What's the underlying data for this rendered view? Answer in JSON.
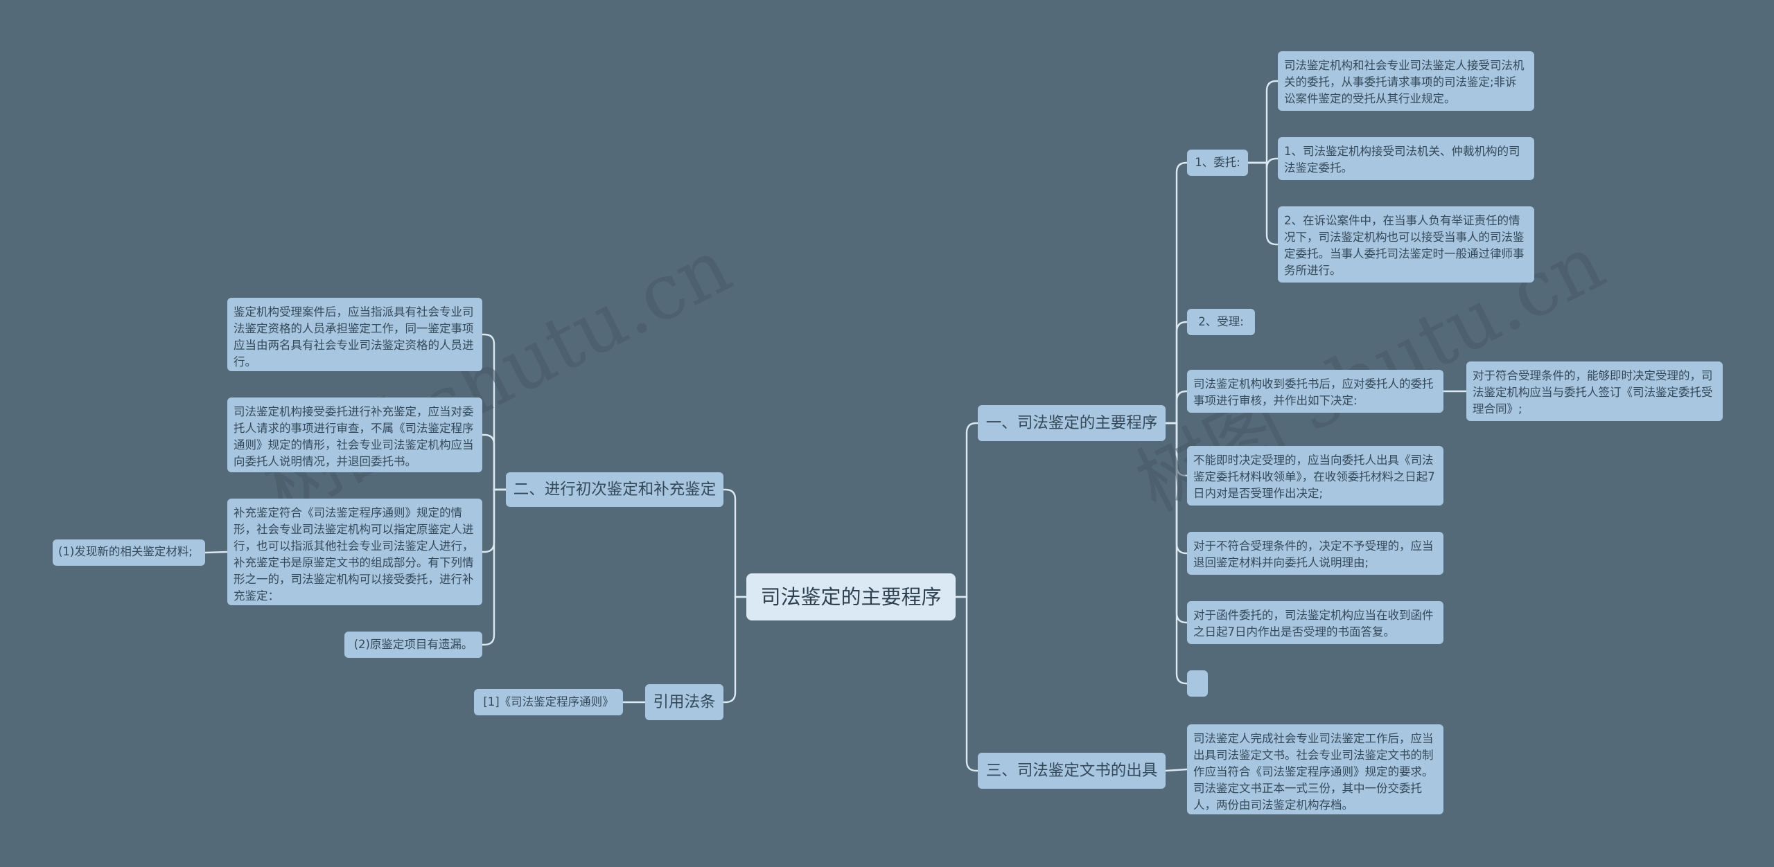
{
  "root": "司法鉴定的主要程序",
  "left": {
    "branch2": {
      "label": "二、进行初次鉴定和补充鉴定",
      "items": [
        "鉴定机构受理案件后，应当指派具有社会专业司法鉴定资格的人员承担鉴定工作，同一鉴定事项应当由两名具有社会专业司法鉴定资格的人员进行。",
        "司法鉴定机构接受委托进行补充鉴定，应当对委托人请求的事项进行审查，不属《司法鉴定程序通则》规定的情形，社会专业司法鉴定机构应当向委托人说明情况，并退回委托书。",
        "补充鉴定符合《司法鉴定程序通则》规定的情形，社会专业司法鉴定机构可以指定原鉴定人进行，也可以指派其他社会专业司法鉴定人进行，补充鉴定书是原鉴定文书的组成部分。有下列情形之一的，司法鉴定机构可以接受委托，进行补充鉴定：",
        "(2)原鉴定项目有遗漏。"
      ],
      "sub_item": "(1)发现新的相关鉴定材料;"
    },
    "law": {
      "label": "引用法条",
      "item": "[1]《司法鉴定程序通则》"
    }
  },
  "right": {
    "branch1": {
      "label": "一、司法鉴定的主要程序",
      "entrust": {
        "label": "1、委托:",
        "items": [
          "司法鉴定机构和社会专业司法鉴定人接受司法机关的委托，从事委托请求事项的司法鉴定;非诉讼案件鉴定的受托从其行业规定。",
          "1、司法鉴定机构接受司法机关、仲裁机构的司法鉴定委托。",
          "2、在诉讼案件中，在当事人负有举证责任的情况下，司法鉴定机构也可以接受当事人的司法鉴定委托。当事人委托司法鉴定时一般通过律师事务所进行。"
        ]
      },
      "accept": "2、受理:",
      "review": {
        "label": "司法鉴定机构收到委托书后，应对委托人的委托事项进行审核，并作出如下决定:",
        "item": "对于符合受理条件的，能够即时决定受理的，司法鉴定机构应当与委托人签订《司法鉴定委托受理合同》;"
      },
      "items": [
        "不能即时决定受理的，应当向委托人出具《司法鉴定委托材料收领单》，在收领委托材料之日起7日内对是否受理作出决定;",
        "对于不符合受理条件的，决定不予受理的，应当退回鉴定材料并向委托人说明理由;",
        "对于函件委托的，司法鉴定机构应当在收到函件之日起7日内作出是否受理的书面答复。",
        ""
      ]
    },
    "branch3": {
      "label": "三、司法鉴定文书的出具",
      "item": "司法鉴定人完成社会专业司法鉴定工作后，应当出具司法鉴定文书。社会专业司法鉴定文书的制作应当符合《司法鉴定程序通则》规定的要求。司法鉴定文书正本一式三份，其中一份交委托人，两份由司法鉴定机构存档。"
    }
  },
  "watermarks": [
    "树图 shutu.cn",
    "树图 shutu.cn"
  ],
  "colors": {
    "background": "#546a79",
    "node": "#a9c6e0",
    "root": "#dbe9f4",
    "line": "#dce8f2"
  }
}
